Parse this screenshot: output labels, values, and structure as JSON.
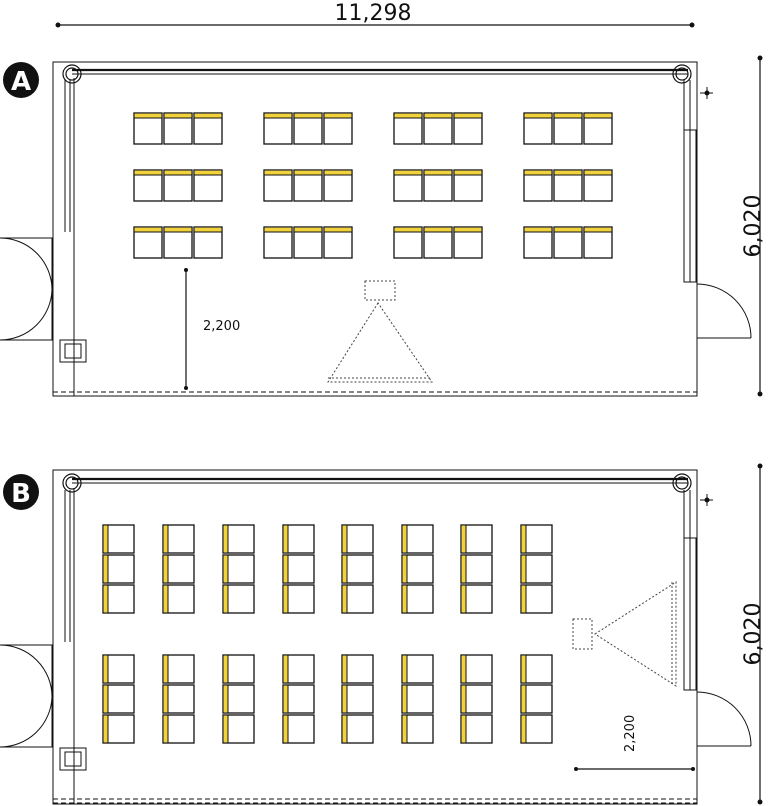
{
  "overall_width_dimension": "11,298",
  "layouts": [
    {
      "id": "A",
      "badge": "A",
      "depth_dimension": "6,020",
      "clearance_dimension": "2,200",
      "desk_orientation": "facing-front",
      "desk_groups_columns": 4,
      "desk_rows": 3,
      "desks_per_group": 3
    },
    {
      "id": "B",
      "badge": "B",
      "depth_dimension": "6,020",
      "clearance_dimension": "2,200",
      "desk_orientation": "facing-side",
      "desk_columns": 8,
      "desk_blocks": 2,
      "desks_per_block": 3
    }
  ],
  "colors": {
    "desk_accent": "#f2d23a",
    "line": "#111111",
    "badge_fill": "#111111"
  }
}
